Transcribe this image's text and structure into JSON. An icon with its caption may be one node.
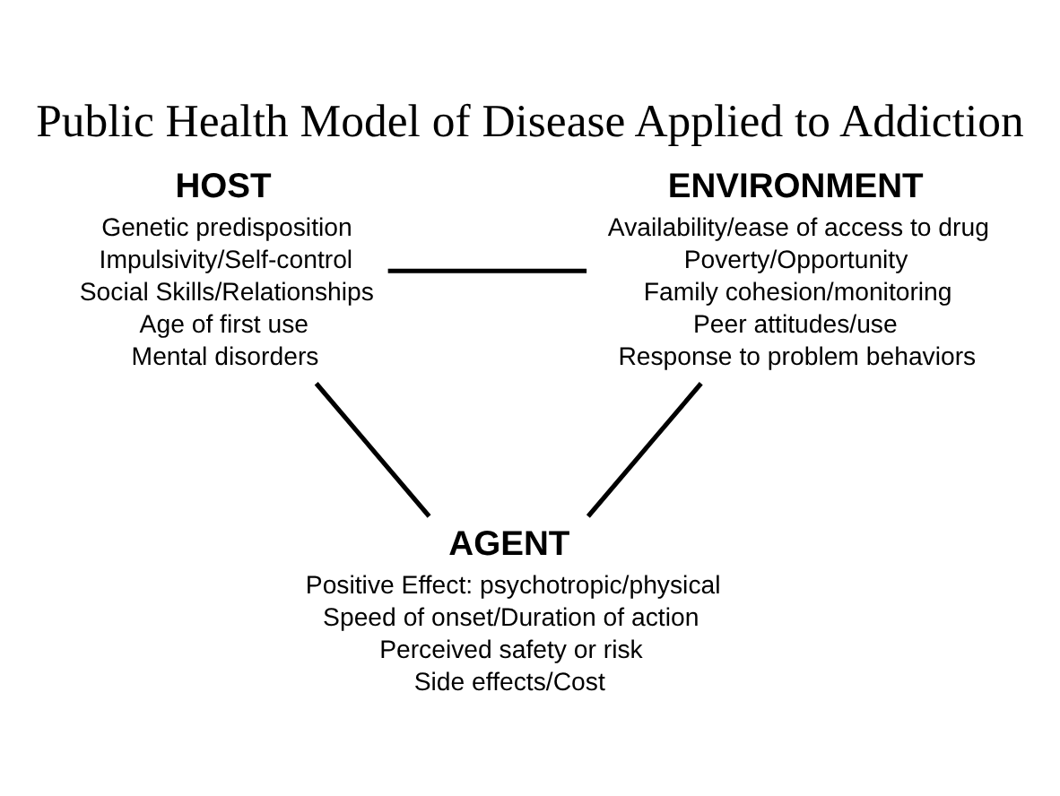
{
  "diagram": {
    "title": "Public Health Model of Disease Applied to Addiction",
    "nodes": [
      {
        "text": [
          "HOST",
          "Genetic predisposition",
          "Impulsivity/Self-control",
          "Social Skills/Relationships",
          "Age of first use",
          "Mental disorders"
        ]
      },
      {
        "text": [
          "ENVIRONMENT",
          "Availability/ease of access to drug",
          "Poverty/Opportunity",
          "Family cohesion/monitoring",
          "Peer attitudes/use",
          "Response to problem behaviors"
        ]
      },
      {
        "text": [
          "AGENT",
          "Positive Effect: psychotropic/physical",
          "Speed of onset/Duration of action",
          "Perceived safety or risk",
          "Side effects/Cost"
        ]
      }
    ],
    "edges": [
      {
        "from": 0,
        "to": 1,
        "arrow": "none"
      },
      {
        "from": 0,
        "to": 2,
        "arrow": "none"
      },
      {
        "from": 1,
        "to": 2,
        "arrow": "none"
      }
    ]
  }
}
